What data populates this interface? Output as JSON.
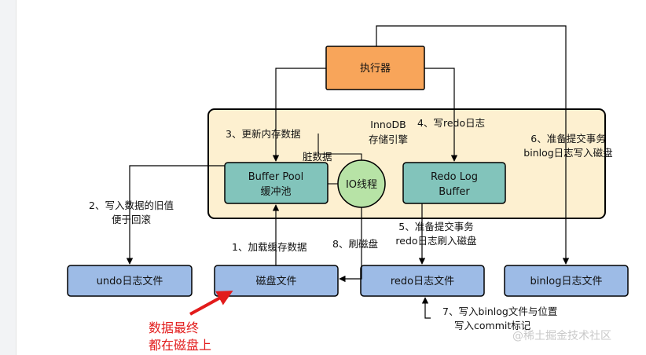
{
  "colors": {
    "executor_fill": "#f8a55a",
    "engine_fill": "#fdf0d0",
    "teal_fill": "#82c4bb",
    "io_fill": "#b7e3a6",
    "file_fill": "#9dbbe6",
    "red": "#e21b1b"
  },
  "executor": "执行器",
  "engine": {
    "line1": "InnoDB",
    "line2": "存储引擎"
  },
  "buffer_pool": {
    "line1": "Buffer Pool",
    "line2": "缓冲池"
  },
  "io_thread": "IO线程",
  "redo_log_buffer": {
    "line1": "Redo Log",
    "line2": "Buffer"
  },
  "files": {
    "undo": "undo日志文件",
    "disk": "磁盘文件",
    "redo": "redo日志文件",
    "binlog": "binlog日志文件"
  },
  "labels": {
    "step1": "1、加载缓存数据",
    "step2_line1": "2、写入数据的旧值",
    "step2_line2": "便于回滚",
    "step3": "3、更新内存数据",
    "dirty": "脏数据",
    "step4": "4、写redo日志",
    "step5_line1": "5、准备提交事务",
    "step5_line2": "redo日志刷入磁盘",
    "step6_line1": "6、准备提交事务",
    "step6_line2": "binlog日志写入磁盘",
    "step7_line1": "7、写入binlog文件与位置",
    "step7_line2": "写入commit标记",
    "step8": "8、刷磁盘"
  },
  "annotation": {
    "line1": "数据最终",
    "line2": "都在磁盘上"
  },
  "watermark": "@稀土掘金技术社区"
}
